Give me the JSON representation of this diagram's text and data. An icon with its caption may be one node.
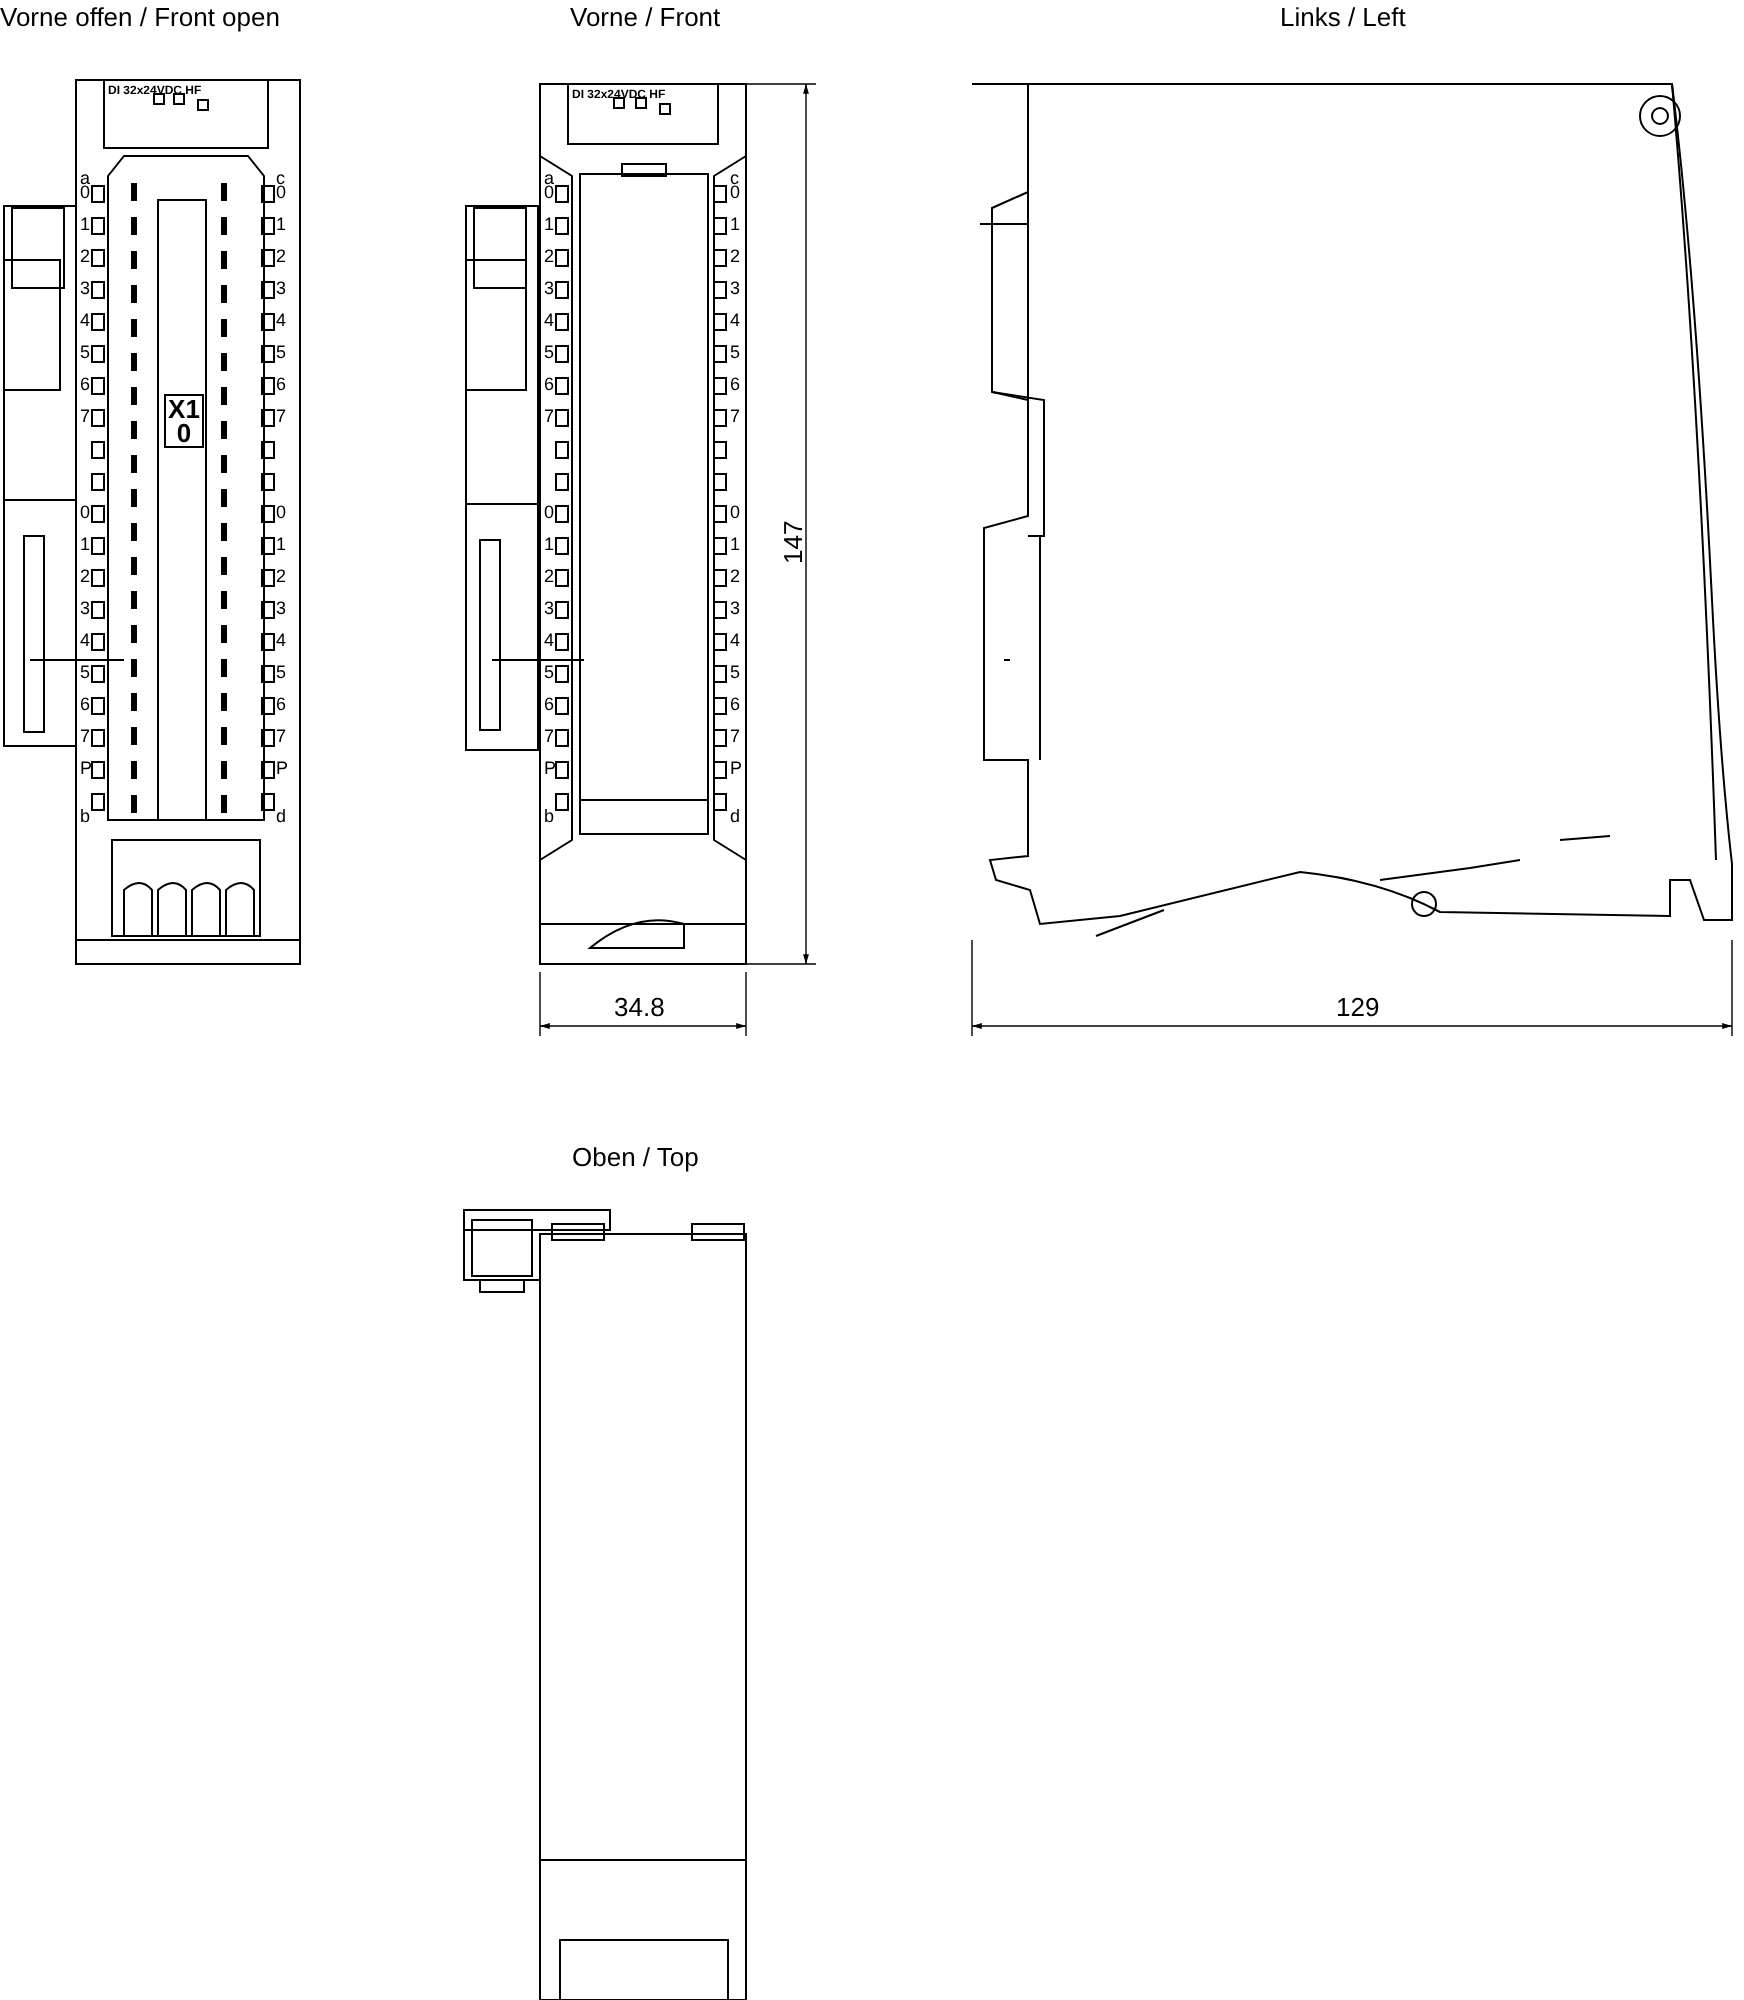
{
  "diagram": {
    "labels": [
      "Vorne offen / Front open",
      "Vorne / Front",
      "Links / Left",
      "DI 32x24VDC HF",
      "X10",
      "a",
      "0",
      "1",
      "2",
      "3",
      "4",
      "5",
      "6",
      "7",
      "0",
      "1",
      "2",
      "3",
      "4",
      "5",
      "6",
      "7",
      "P",
      "b",
      "c",
      "0",
      "1",
      "2",
      "3",
      "4",
      "5",
      "6",
      "7",
      "0",
      "1",
      "2",
      "3",
      "4",
      "5",
      "6",
      "7",
      "P",
      "d",
      "DI 32x24VDC HF",
      "a",
      "0",
      "1",
      "2",
      "3",
      "4",
      "5",
      "6",
      "7",
      "0",
      "1",
      "2",
      "3",
      "4",
      "5",
      "6",
      "7",
      "P",
      "b",
      "c",
      "0",
      "1",
      "2",
      "3",
      "4",
      "5",
      "6",
      "7",
      "0",
      "1",
      "2",
      "3",
      "4",
      "5",
      "6",
      "7",
      "P",
      "d",
      "147",
      "34.8",
      "129",
      "Oben / Top"
    ]
  }
}
